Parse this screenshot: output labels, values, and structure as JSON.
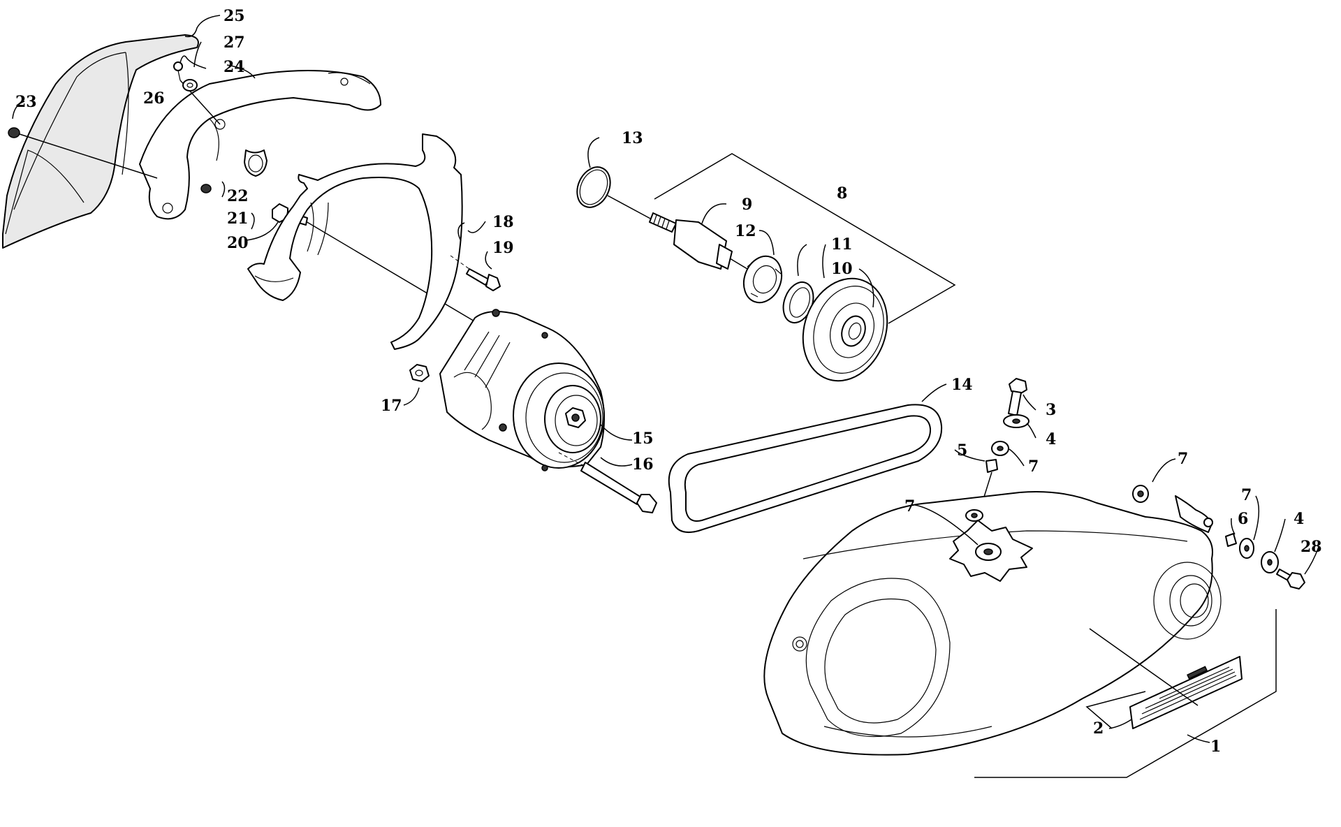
{
  "diagram": {
    "callouts": {
      "c1": "1",
      "c2": "2",
      "c3": "3",
      "c4a": "4",
      "c4b": "4",
      "c5": "5",
      "c6": "6",
      "c7a": "7",
      "c7b": "7",
      "c7c": "7",
      "c7d": "7",
      "c8": "8",
      "c9": "9",
      "c10": "10",
      "c11": "11",
      "c12": "12",
      "c13": "13",
      "c14": "14",
      "c15": "15",
      "c16": "16",
      "c17": "17",
      "c18": "18",
      "c19": "19",
      "c20": "20",
      "c21": "21",
      "c22": "22",
      "c23": "23",
      "c24": "24",
      "c25": "25",
      "c26": "26",
      "c27": "27",
      "c28": "28"
    }
  }
}
